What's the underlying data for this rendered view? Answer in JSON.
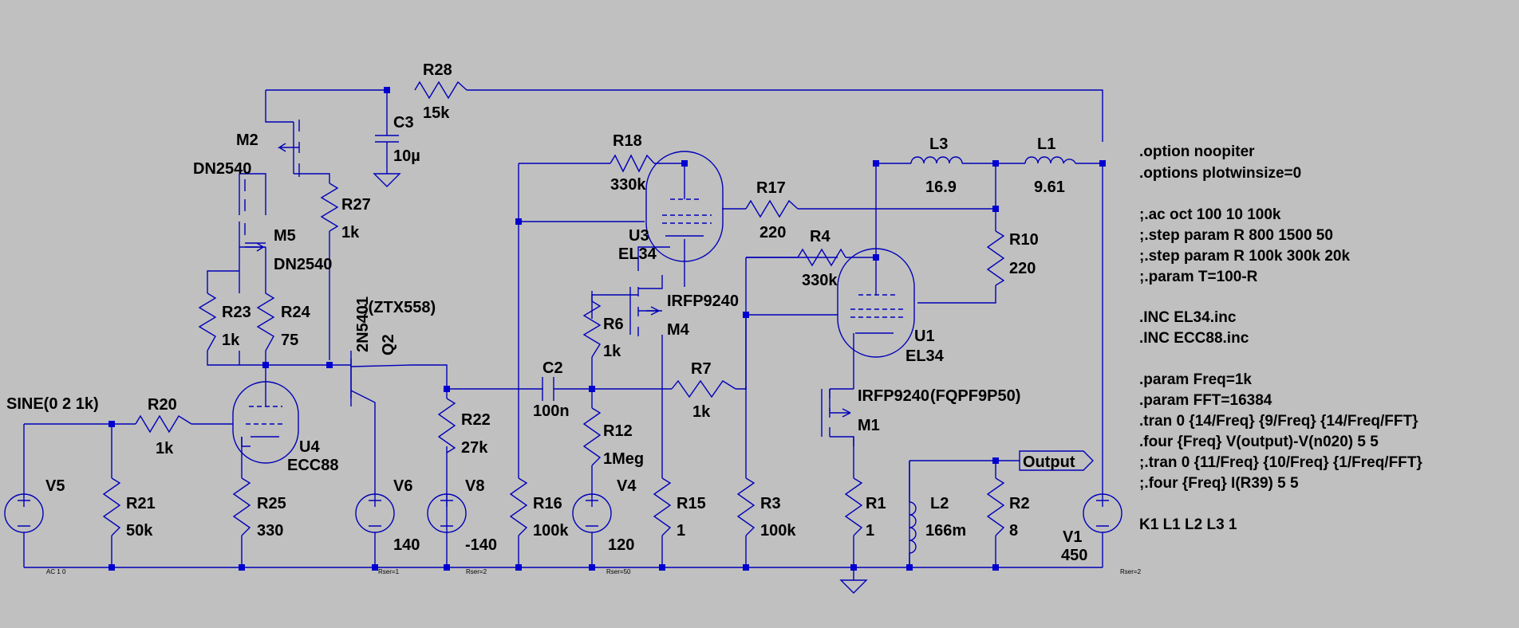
{
  "source_label": "SINE(0 2 1k)",
  "ac_label": "AC 1 0",
  "output_label": "Output",
  "components": {
    "R28": {
      "name": "R28",
      "value": "15k"
    },
    "C3": {
      "name": "C3",
      "value": "10µ"
    },
    "M2": {
      "name": "M2",
      "value": "DN2540"
    },
    "R27": {
      "name": "R27",
      "value": "1k"
    },
    "M5": {
      "name": "M5",
      "value": "DN2540"
    },
    "R23": {
      "name": "R23",
      "value": "1k"
    },
    "R24": {
      "name": "R24",
      "value": "75"
    },
    "Q2": {
      "name": "Q2",
      "value": "2N5401",
      "note": ";(ZTX558)"
    },
    "R20": {
      "name": "R20",
      "value": "1k"
    },
    "U4": {
      "name": "U4",
      "value": "ECC88"
    },
    "R21": {
      "name": "R21",
      "value": "50k"
    },
    "R25": {
      "name": "R25",
      "value": "330"
    },
    "V5": {
      "name": "V5",
      "value": ""
    },
    "V6": {
      "name": "V6",
      "value": "140",
      "rser": "Rser=1"
    },
    "V8": {
      "name": "V8",
      "value": "-140",
      "rser": "Rser=2"
    },
    "R22": {
      "name": "R22",
      "value": "27k"
    },
    "C2": {
      "name": "C2",
      "value": "100n"
    },
    "R6": {
      "name": "R6",
      "value": "1k"
    },
    "R12": {
      "name": "R12",
      "value": "1Meg"
    },
    "V4": {
      "name": "V4",
      "value": "120",
      "rser": "Rser=50"
    },
    "R16": {
      "name": "R16",
      "value": "100k"
    },
    "R15": {
      "name": "R15",
      "value": "1"
    },
    "M4": {
      "name": "M4",
      "value": "IRFP9240"
    },
    "R18": {
      "name": "R18",
      "value": "330k"
    },
    "U3": {
      "name": "U3",
      "value": "EL34"
    },
    "R17": {
      "name": "R17",
      "value": "220"
    },
    "R4": {
      "name": "R4",
      "value": "330k"
    },
    "R7": {
      "name": "R7",
      "value": "1k"
    },
    "M1": {
      "name": "M1",
      "value": "IRFP9240",
      "note": "(FQPF9P50)"
    },
    "R3": {
      "name": "R3",
      "value": "100k"
    },
    "R1": {
      "name": "R1",
      "value": "1"
    },
    "U1": {
      "name": "U1",
      "value": "EL34"
    },
    "L3": {
      "name": "L3",
      "value": "16.9"
    },
    "L1": {
      "name": "L1",
      "value": "9.61"
    },
    "R10": {
      "name": "R10",
      "value": "220"
    },
    "L2": {
      "name": "L2",
      "value": "166m"
    },
    "R2": {
      "name": "R2",
      "value": "8"
    },
    "V1": {
      "name": "V1",
      "value": "450",
      "rser": "Rser=2"
    }
  },
  "directives": [
    ".option noopiter",
    ".options plotwinsize=0",
    "",
    ";.ac oct 100 10 100k",
    ";.step param R 800 1500 50",
    ";.step param R 100k 300k 20k",
    ";.param T=100-R",
    "",
    ".INC EL34.inc",
    ".INC ECC88.inc",
    "",
    ".param Freq=1k",
    ".param FFT=16384",
    ".tran 0 {14/Freq} {9/Freq} {14/Freq/FFT}",
    ".four {Freq} V(output)-V(n020) 5 5",
    ";.tran 0 {11/Freq} {10/Freq} {1/Freq/FFT}",
    ";.four {Freq} I(R39) 5 5",
    "",
    "K1 L1 L2 L3 1"
  ],
  "colors": {
    "background": "#c0c0c0",
    "wire": "#0000b8",
    "junction": "#0000d0",
    "text": "#000000"
  }
}
